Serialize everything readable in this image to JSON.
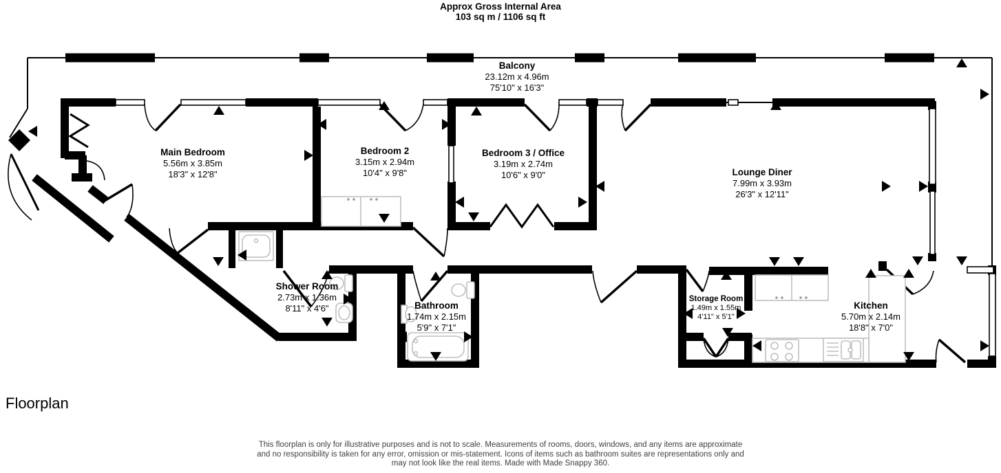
{
  "header": {
    "title": "Approx Gross Internal Area",
    "area": "103 sq m / 1106 sq ft"
  },
  "rooms": {
    "balcony": {
      "name": "Balcony",
      "metric": "23.12m x 4.96m",
      "imperial": "75'10\" x 16'3\""
    },
    "main_bedroom": {
      "name": "Main Bedroom",
      "metric": "5.56m x 3.85m",
      "imperial": "18'3\" x 12'8\""
    },
    "bedroom2": {
      "name": "Bedroom 2",
      "metric": "3.15m x 2.94m",
      "imperial": "10'4\" x 9'8\""
    },
    "bedroom3": {
      "name": "Bedroom 3 / Office",
      "metric": "3.19m x 2.74m",
      "imperial": "10'6\" x 9'0\""
    },
    "lounge": {
      "name": "Lounge Diner",
      "metric": "7.99m x 3.93m",
      "imperial": "26'3\" x 12'11\""
    },
    "shower": {
      "name": "Shower Room",
      "metric": "2.73m x 1.36m",
      "imperial": "8'11\" x 4'6\""
    },
    "bathroom": {
      "name": "Bathroom",
      "metric": "1.74m x 2.15m",
      "imperial": "5'9\" x 7'1\""
    },
    "storage": {
      "name": "Storage Room",
      "metric": "1.49m x 1.55m",
      "imperial": "4'11\" x 5'1\""
    },
    "kitchen": {
      "name": "Kitchen",
      "metric": "5.70m x 2.14m",
      "imperial": "18'8\" x 7'0\""
    }
  },
  "footer": {
    "label": "Floorplan",
    "disclaimer_line1": "This floorplan is only for illustrative purposes and is not to scale. Measurements of rooms, doors, windows, and any items are approximate",
    "disclaimer_line2": "and no responsibility is taken for any error, omission or mis-statement. Icons of items such as bathroom suites are representations only and",
    "disclaimer_line3": "may not look like the real items. Made with Made Snappy 360."
  },
  "icons": {
    "viewpoint_marker": "black triangle (360 panorama viewpoint)",
    "fixtures": [
      "shower-tray",
      "toilet",
      "sink",
      "bathtub",
      "hob",
      "kitchen-sink",
      "wardrobe",
      "counter"
    ]
  },
  "colors": {
    "wall": "#000000",
    "fixture_outline": "#bfbfbf",
    "disclaimer_text": "#3f3f3f",
    "background": "#ffffff"
  }
}
